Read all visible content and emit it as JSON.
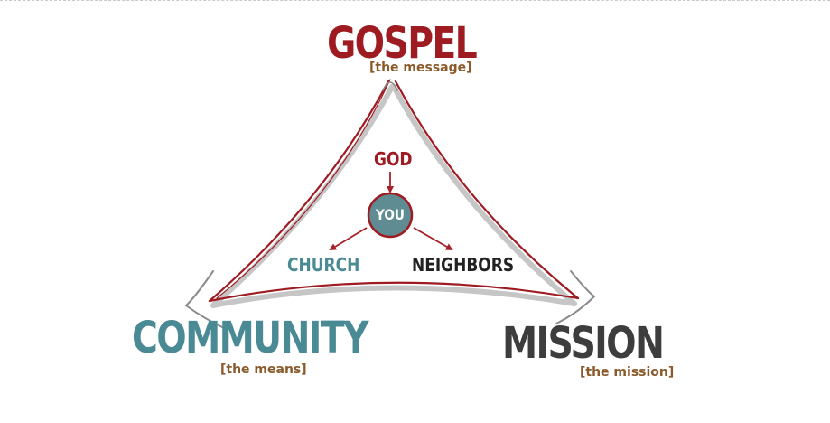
{
  "nodes": {
    "gospel": {
      "label": "GOSPEL",
      "sub": "[the message]",
      "color": "#9e1b22"
    },
    "community": {
      "label": "COMMUNITY",
      "sub": "[the means]",
      "color": "#4a8a94"
    },
    "mission": {
      "label": "MISSION",
      "sub": "[the mission]",
      "color": "#3d3d3d"
    }
  },
  "center": {
    "god": {
      "label": "GOD",
      "color": "#9e1b22"
    },
    "you": {
      "label": "YOU",
      "fill": "#5f8b93",
      "ring": "#9e1b22"
    },
    "church": {
      "label": "CHURCH",
      "color": "#4a8a94"
    },
    "neighbors": {
      "label": "NEIGHBORS",
      "color": "#222222"
    }
  },
  "colors": {
    "sub_text": "#8a5a2b",
    "triangle_red": "#9e1b22",
    "triangle_gray": "#b0b0b0",
    "arrow_red": "#a52228"
  }
}
